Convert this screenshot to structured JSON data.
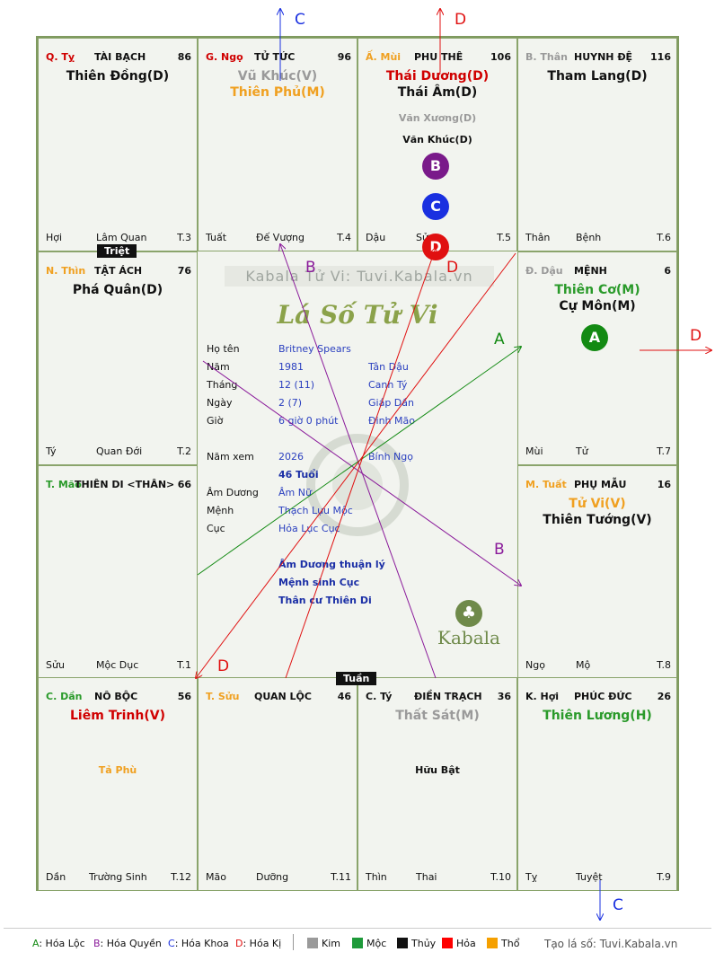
{
  "palaces": [
    {
      "can": "Q. Tỵ",
      "can_color": "#d00000",
      "name": "TÀI BẠCH",
      "num": "86",
      "stars": [
        {
          "t": "Thiên Đồng(D)",
          "c": "#111"
        }
      ],
      "minors": [],
      "bl": "Hợi",
      "bm": "Lâm Quan",
      "br": "T.3"
    },
    {
      "can": "G. Ngọ",
      "can_color": "#d00000",
      "name": "TỬ TỨC",
      "num": "96",
      "stars": [
        {
          "t": "Vũ Khúc(V)",
          "c": "#9a9a9a"
        },
        {
          "t": "Thiên Phủ(M)",
          "c": "#f0a020"
        }
      ],
      "minors": [],
      "bl": "Tuất",
      "bm": "Đế Vượng",
      "br": "T.4"
    },
    {
      "can": "Ấ. Mùi",
      "can_color": "#f0a020",
      "name": "PHU THÊ",
      "num": "106",
      "stars": [
        {
          "t": "Thái Dương(D)",
          "c": "#d00000"
        },
        {
          "t": "Thái Âm(D)",
          "c": "#111"
        }
      ],
      "minors": [
        {
          "t": "Văn Xương(D)",
          "c": "#9a9a9a"
        },
        {
          "t": "Văn Khúc(D)",
          "c": "#111"
        }
      ],
      "bl": "Dậu",
      "bm": "Sửu",
      "br": "T.5"
    },
    {
      "can": "B. Thân",
      "can_color": "#9a9a9a",
      "name": "HUYNH ĐỆ",
      "num": "116",
      "stars": [
        {
          "t": "Tham Lang(D)",
          "c": "#111"
        }
      ],
      "minors": [],
      "bl": "Thân",
      "bm": "Bệnh",
      "br": "T.6"
    },
    {
      "can": "N. Thìn",
      "can_color": "#f0a020",
      "name": "TẬT ÁCH",
      "num": "76",
      "stars": [
        {
          "t": "Phá Quân(D)",
          "c": "#111"
        }
      ],
      "minors": [],
      "bl": "Tý",
      "bm": "Quan Đới",
      "br": "T.2"
    },
    {
      "can": "Đ. Dậu",
      "can_color": "#9a9a9a",
      "name": "MỆNH",
      "num": "6",
      "stars": [
        {
          "t": "Thiên Cơ(M)",
          "c": "#2a9a2a"
        },
        {
          "t": "Cự Môn(M)",
          "c": "#111"
        }
      ],
      "minors": [],
      "bl": "Mùi",
      "bm": "Tử",
      "br": "T.7"
    },
    {
      "can": "T. Mão",
      "can_color": "#2a9a2a",
      "name": "THIÊN DI <THÂN>",
      "num": "66",
      "stars": [],
      "minors": [],
      "bl": "Sửu",
      "bm": "Mộc Dục",
      "br": "T.1"
    },
    {
      "can": "M. Tuất",
      "can_color": "#f0a020",
      "name": "PHỤ MẪU",
      "num": "16",
      "stars": [
        {
          "t": "Tử Vi(V)",
          "c": "#f0a020"
        },
        {
          "t": "Thiên Tướng(V)",
          "c": "#111"
        }
      ],
      "minors": [],
      "bl": "Ngọ",
      "bm": "Mộ",
      "br": "T.8"
    },
    {
      "can": "C. Dần",
      "can_color": "#2a9a2a",
      "name": "NÔ BỘC",
      "num": "56",
      "stars": [
        {
          "t": "Liêm Trinh(V)",
          "c": "#d00000"
        }
      ],
      "minors": [
        {
          "t": "Tả Phù",
          "c": "#f0a020"
        }
      ],
      "bl": "Dần",
      "bm": "Trường Sinh",
      "br": "T.12"
    },
    {
      "can": "T. Sửu",
      "can_color": "#f0a020",
      "name": "QUAN LỘC",
      "num": "46",
      "stars": [],
      "minors": [],
      "bl": "Mão",
      "bm": "Dưỡng",
      "br": "T.11"
    },
    {
      "can": "C. Tý",
      "can_color": "#111",
      "name": "ĐIỀN TRẠCH",
      "num": "36",
      "stars": [
        {
          "t": "Thất Sát(M)",
          "c": "#9a9a9a"
        }
      ],
      "minors": [
        {
          "t": "Hữu Bật",
          "c": "#111"
        }
      ],
      "bl": "Thìn",
      "bm": "Thai",
      "br": "T.10"
    },
    {
      "can": "K. Hợi",
      "can_color": "#111",
      "name": "PHÚC ĐỨC",
      "num": "26",
      "stars": [
        {
          "t": "Thiên Lương(H)",
          "c": "#2a9a2a"
        }
      ],
      "minors": [],
      "bl": "Tỵ",
      "bm": "Tuyệt",
      "br": "T.9"
    }
  ],
  "tags": {
    "triet": "Triệt",
    "tuan": "Tuần"
  },
  "circles": {
    "B": "B",
    "C": "C",
    "D": "D",
    "A": "A"
  },
  "arrow_labels": {
    "A": "A",
    "B": "B",
    "C": "C",
    "D": "D"
  },
  "center": {
    "watermark": "Kabala Tử Vi: Tuvi.Kabala.vn",
    "title": "Lá Số Tử Vi",
    "rows": [
      {
        "label": "Họ tên",
        "v1": "Britney Spears",
        "v2": ""
      },
      {
        "label": "Năm",
        "v1": "1981",
        "v2": "Tân Dậu"
      },
      {
        "label": "Tháng",
        "v1": "12  (11)",
        "v2": "Canh Tý"
      },
      {
        "label": "Ngày",
        "v1": "2  (7)",
        "v2": "Giáp Dần"
      },
      {
        "label": "Giờ",
        "v1": "6 giờ 0 phút",
        "v2": "Đinh Mão"
      }
    ],
    "nam_xem": {
      "label": "Năm xem",
      "v1": "2026",
      "v2": "Bính Ngọ"
    },
    "tuoi": "46 Tuổi",
    "rows2": [
      {
        "label": "Âm Dương",
        "v1": "Âm Nữ"
      },
      {
        "label": "Mệnh",
        "v1": "Thạch Lựu Mộc"
      },
      {
        "label": "Cục",
        "v1": "Hỏa Lục Cục"
      }
    ],
    "notes": [
      "Âm Dương thuận lý",
      "Mệnh sinh Cục",
      "Thân cư Thiên Di"
    ],
    "logo": "Kabala"
  },
  "legend": {
    "a": "A: Hóa Lộc",
    "b": "B: Hóa Quyền",
    "c": "C: Hóa Khoa",
    "d": "D: Hóa Kị",
    "elements": [
      {
        "name": "Kim",
        "color": "#9a9a9a"
      },
      {
        "name": "Mộc",
        "color": "#1e9a3a"
      },
      {
        "name": "Thủy",
        "color": "#111111"
      },
      {
        "name": "Hỏa",
        "color": "#ff0000"
      },
      {
        "name": "Thổ",
        "color": "#f5a000"
      }
    ],
    "site": "Tạo lá số: Tuvi.Kabala.vn"
  }
}
